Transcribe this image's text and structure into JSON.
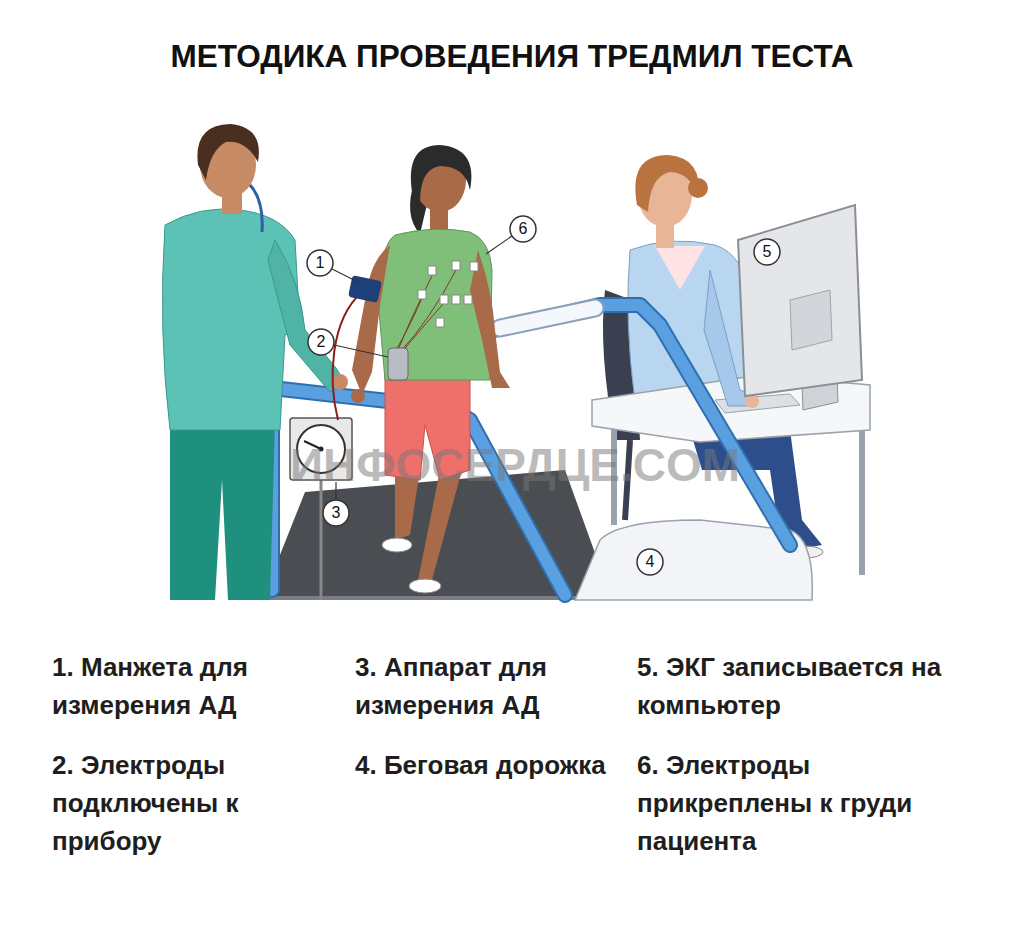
{
  "diagram": {
    "title": "МЕТОДИКА ПРОВЕДЕНИЯ ТРЕДМИЛ ТЕСТА",
    "labels": [
      "1",
      "2",
      "3",
      "4",
      "5",
      "6",
      "ИНФОСЕРДЦЕ.COM",
      "1. Манжета для измерения АД",
      "2. Электроды подключены к прибору",
      "3. Аппарат для измерения АД",
      "4. Беговая дорожка",
      "5. ЭКГ записывается на компьютер",
      "6. Электроды прикреплены к груди пациента"
    ]
  }
}
